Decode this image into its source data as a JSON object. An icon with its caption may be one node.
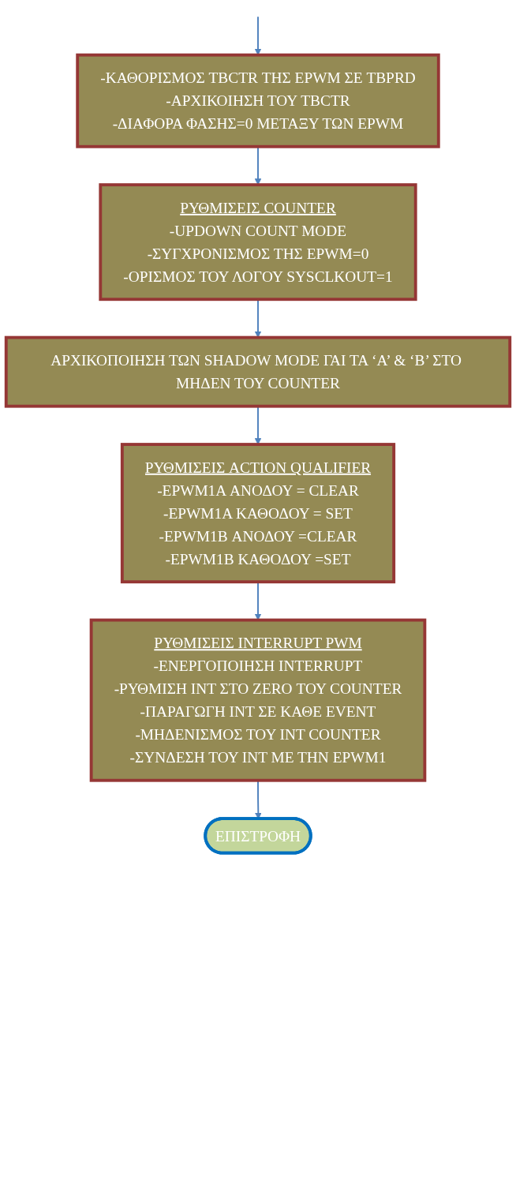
{
  "diagram": {
    "nodes": [
      {
        "text": [
          "-ΚΑΘΟΡΙΣΜΟΣ TBCTR ΤΗΣ EPWM ΣΕ TBPRD",
          "-ΑΡΧΙΚΟΙΗΣΗ ΤΟΥ TBCTR",
          "-ΔΙΑΦΟΡΑ ΦΑΣΗΣ=0 ΜΕΤΑΞΥ ΤΩΝ EPWM"
        ]
      },
      {
        "text": [
          "ΡΥΘΜΙΣΕΙΣ COUNTER",
          "-UPDOWN COUNT MODE",
          "-ΣΥΓΧΡΟΝΙΣΜΟΣ ΤΗΣ EPWM=0",
          "-ΟΡΙΣΜΟΣ ΤΟΥ ΛΟΓΟΥ SYSCLKOUT=1"
        ]
      },
      {
        "text": [
          "ΑΡΧΙΚΟΠΟΙΗΣΗ ΤΩΝ SHADOW MODE ΓΑΙ ΤΑ ‘A’ & ‘B’ ΣΤΟ ΜΗΔΕΝ ΤΟΥ COUNTER"
        ]
      },
      {
        "text": [
          "ΡΥΘΜΙΣΕΙΣ ACTION QUALIFIER",
          "-EPWM1A ΑΝΟΔΟΥ = CLEAR",
          "-EPWM1A ΚΑΘΟΔΟΥ = SET",
          "-EPWM1B ΑΝΟΔΟΥ =CLEAR",
          "-EPWM1B ΚΑΘΟΔΟΥ =SET"
        ]
      },
      {
        "text": [
          "ΡΥΘΜΙΣΕΙΣ INTERRUPT PWM",
          "-ΕΝΕΡΓΟΠΟΙΗΣΗ INTERRUPT",
          "-ΡΥΘΜΙΣΗ INT ΣΤΟ ZERO ΤΟΥ COUNTER",
          "-ΠΑΡΑΓΩΓΗ INT ΣΕ ΚΑΘΕ EVENT",
          "-ΜΗΔΕΝΙΣΜΟΣ ΤΟΥ INT COUNTER",
          "-ΣΥΝΔΕΣΗ ΤΟΥ INT ΜΕ ΤΗΝ EPWM1"
        ]
      },
      {
        "text": [
          "ΕΠΙΣΤΡΟΦΗ"
        ]
      }
    ],
    "edges": [
      {
        "from": null,
        "to": 0,
        "arrow": "to"
      },
      {
        "from": 0,
        "to": 1,
        "arrow": "to"
      },
      {
        "from": 1,
        "to": 2,
        "arrow": "to"
      },
      {
        "from": 2,
        "to": 3,
        "arrow": "to"
      },
      {
        "from": 3,
        "to": 4,
        "arrow": "to"
      },
      {
        "from": 4,
        "to": 5,
        "arrow": "to"
      }
    ]
  }
}
